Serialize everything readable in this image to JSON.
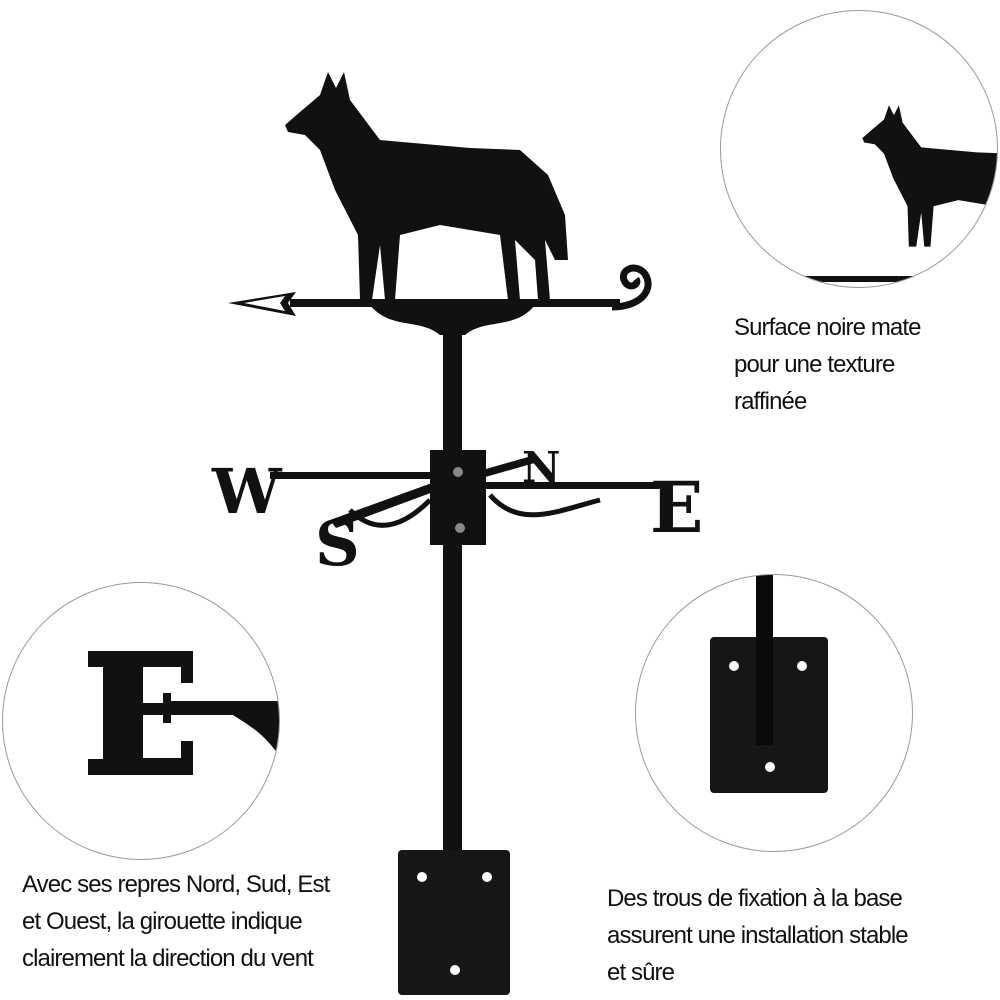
{
  "product": {
    "compass_labels": {
      "west": "W",
      "north": "N",
      "east": "E",
      "south": "S"
    },
    "color": "#111111"
  },
  "captions": {
    "surface": [
      "Surface noire mate",
      "pour une texture",
      "raffinée"
    ],
    "directions": [
      "Avec ses repres Nord, Sud, Est",
      "et Ouest, la girouette indique",
      "clairement la direction du vent"
    ],
    "mounting": [
      "Des trous de fixation à la base",
      "assurent une installation stable",
      "et sûre"
    ]
  }
}
